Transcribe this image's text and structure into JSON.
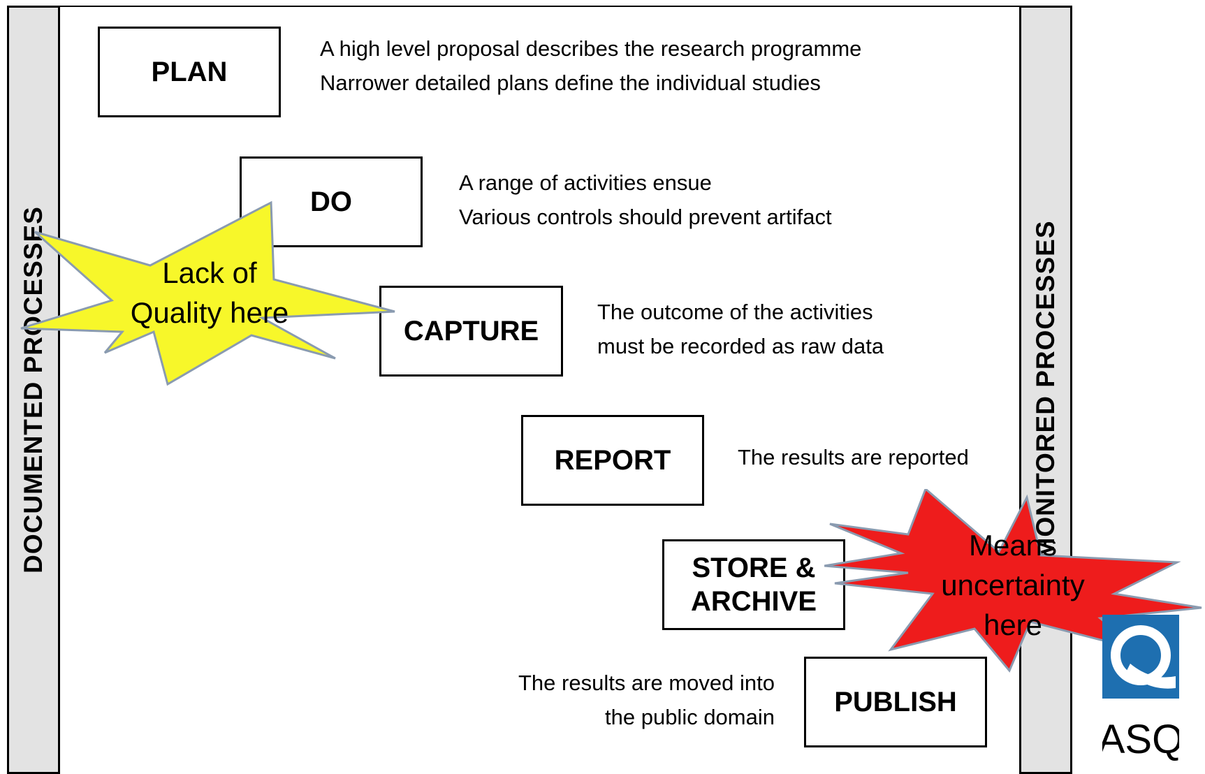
{
  "sidebars": {
    "left_label": "DOCUMENTED PROCESSES",
    "right_label": "MONITORED PROCESSES"
  },
  "steps": [
    {
      "label": "PLAN",
      "lines": [
        "A high level proposal describes the research programme",
        "Narrower detailed plans define the individual studies"
      ]
    },
    {
      "label": "DO",
      "lines": [
        "A range of activities ensue",
        "Various controls should prevent artifact"
      ]
    },
    {
      "label": "CAPTURE",
      "lines": [
        "The outcome of the activities",
        "must be recorded as raw data"
      ]
    },
    {
      "label": "REPORT",
      "lines": [
        "The results are reported"
      ]
    },
    {
      "label": [
        "STORE &",
        "ARCHIVE"
      ],
      "lines": []
    },
    {
      "label": "PUBLISH",
      "lines": [
        "The results are moved into",
        "the public domain"
      ]
    }
  ],
  "callouts": {
    "quality": {
      "lines": [
        "Lack of",
        "Quality here"
      ],
      "fill": "#f7f72a"
    },
    "uncertainty": {
      "lines": [
        "Means",
        "uncertainty",
        "here"
      ],
      "fill": "#ee1c1c"
    }
  },
  "logo": {
    "text": "ASQ",
    "color": "#1e6fb0",
    "icon": "asq-q-logo-icon"
  }
}
